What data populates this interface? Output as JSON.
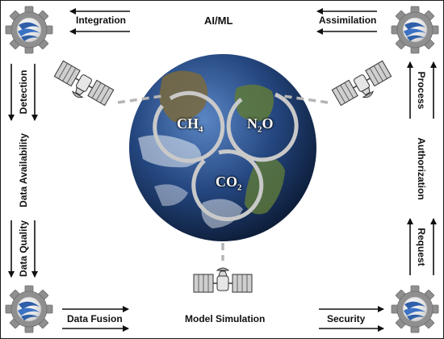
{
  "labels": {
    "top_center": "AI/ML",
    "top_left": "Integration",
    "top_right": "Assimilation",
    "left_upper": "Detection",
    "left_middle": "Data Availability",
    "left_lower": "Data Quality",
    "right_upper": "Process",
    "right_middle": "Authorization",
    "right_lower": "Request",
    "bottom_left": "Data Fusion",
    "bottom_center": "Model Simulation",
    "bottom_right": "Security"
  },
  "gases": [
    {
      "base": "CH",
      "sub": "4",
      "tail": ""
    },
    {
      "base": "N",
      "sub": "2",
      "tail": "O"
    },
    {
      "base": "CO",
      "sub": "2",
      "tail": ""
    }
  ],
  "icons": [
    "gear-globe-icon",
    "satellite-icon",
    "earth-globe",
    "flow-arrow-icon"
  ],
  "colors": {
    "gear": "#8f8f8f",
    "globe_blue": "#2f5fa8",
    "ocean": "#1e3d73",
    "land": "#5f7a3a",
    "ring": "#c9c9c9",
    "arrow": "#111111",
    "beam": "#b5b5b5"
  }
}
